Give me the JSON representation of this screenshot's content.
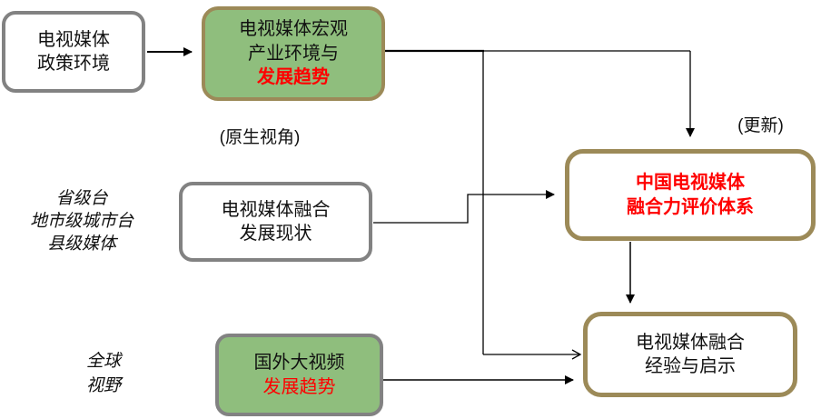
{
  "diagram": {
    "boxes": {
      "policy": {
        "line1": "电视媒体",
        "line2": "政策环境"
      },
      "macro": {
        "line1": "电视媒体宏观",
        "line2": "产业环境与",
        "highlight": "发展趋势"
      },
      "status": {
        "line1": "电视媒体融合",
        "line2": "发展现状"
      },
      "evaluation": {
        "line1": "中国电视媒体",
        "line2": "融合力评价体系"
      },
      "experience": {
        "line1": "电视媒体融合",
        "line2": "经验与启示"
      },
      "overseas": {
        "line1": "国外大视频",
        "highlight": "发展趋势"
      }
    },
    "labels": {
      "native_view": "(原生视角)",
      "update": "(更新)",
      "level1": "省级台",
      "level2": "地市级城市台",
      "level3": "县级媒体",
      "global1": "全球",
      "global2": "视野"
    },
    "colors": {
      "green_fill": "#8fbe7d",
      "gray_border": "#828282",
      "tan_border": "#9c8a58",
      "highlight_red": "#ff0000",
      "arrow_black": "#000000"
    }
  }
}
